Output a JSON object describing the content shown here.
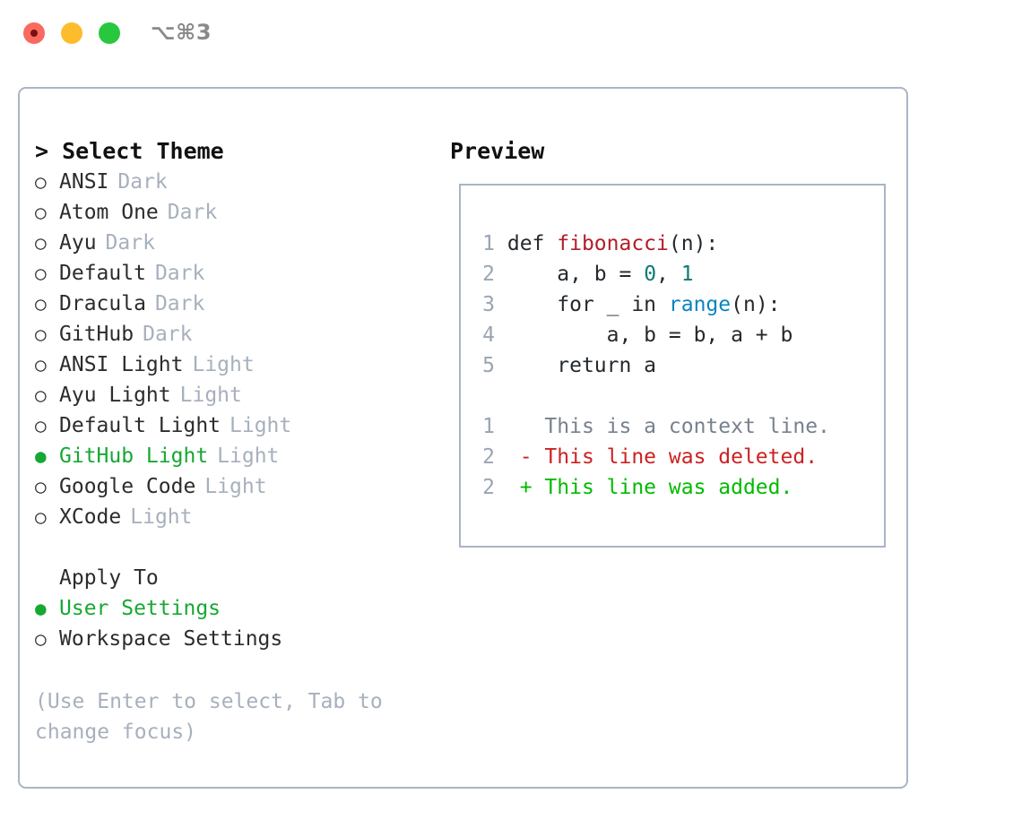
{
  "titlebar": {
    "shortcut": "⌥⌘3",
    "lights": [
      {
        "name": "close",
        "color": "#f9695f"
      },
      {
        "name": "minimize",
        "color": "#fdbc2c"
      },
      {
        "name": "zoom",
        "color": "#27c83f"
      }
    ]
  },
  "theme_picker": {
    "heading": "> Select Theme",
    "marker_unselected": "○",
    "marker_selected": "●",
    "items": [
      {
        "label": "ANSI",
        "tag": "Dark",
        "selected": false
      },
      {
        "label": "Atom One",
        "tag": "Dark",
        "selected": false
      },
      {
        "label": "Ayu",
        "tag": "Dark",
        "selected": false
      },
      {
        "label": "Default",
        "tag": "Dark",
        "selected": false
      },
      {
        "label": "Dracula",
        "tag": "Dark",
        "selected": false
      },
      {
        "label": "GitHub",
        "tag": "Dark",
        "selected": false
      },
      {
        "label": "ANSI Light",
        "tag": "Light",
        "selected": false
      },
      {
        "label": "Ayu Light",
        "tag": "Light",
        "selected": false
      },
      {
        "label": "Default Light",
        "tag": "Light",
        "selected": false
      },
      {
        "label": "GitHub Light",
        "tag": "Light",
        "selected": true
      },
      {
        "label": "Google Code",
        "tag": "Light",
        "selected": false
      },
      {
        "label": "XCode",
        "tag": "Light",
        "selected": false
      }
    ]
  },
  "apply_to": {
    "heading": "Apply To",
    "items": [
      {
        "label": "User Settings",
        "selected": true
      },
      {
        "label": "Workspace Settings",
        "selected": false
      }
    ]
  },
  "hint": "(Use Enter to select, Tab to change focus)",
  "preview": {
    "heading": "Preview",
    "code_lines": [
      {
        "num": "1",
        "tokens": [
          {
            "t": "def ",
            "c": "tok-def"
          },
          {
            "t": "fibonacci",
            "c": "tok-fn"
          },
          {
            "t": "(n):",
            "c": "tok-punct"
          }
        ]
      },
      {
        "num": "2",
        "tokens": [
          {
            "t": "    a, b = ",
            "c": "tok-plain"
          },
          {
            "t": "0",
            "c": "tok-num"
          },
          {
            "t": ", ",
            "c": "tok-plain"
          },
          {
            "t": "1",
            "c": "tok-num"
          }
        ]
      },
      {
        "num": "3",
        "tokens": [
          {
            "t": "    for _ in ",
            "c": "tok-kw"
          },
          {
            "t": "range",
            "c": "tok-builtin"
          },
          {
            "t": "(n):",
            "c": "tok-punct"
          }
        ]
      },
      {
        "num": "4",
        "tokens": [
          {
            "t": "        a, b = b, a + b",
            "c": "tok-plain"
          }
        ]
      },
      {
        "num": "5",
        "tokens": [
          {
            "t": "    return a",
            "c": "tok-plain"
          }
        ]
      }
    ],
    "diff_lines": [
      {
        "num": "1",
        "sign": " ",
        "text": " This is a context line.",
        "kind": "dctx"
      },
      {
        "num": "2",
        "sign": "-",
        "text": " This line was deleted.",
        "kind": "ddel"
      },
      {
        "num": "2",
        "sign": "+",
        "text": " This line was added.",
        "kind": "dadd"
      }
    ]
  },
  "colors": {
    "selected_green": "#16a832",
    "border": "#aab4c4",
    "muted": "#a7b0bd",
    "text": "#2c2c2c",
    "diff_add": "#00bb00",
    "diff_del": "#cc2222",
    "syntax_function": "#b31d28",
    "syntax_number": "#0d7a72",
    "syntax_builtin": "#0a84c1"
  }
}
